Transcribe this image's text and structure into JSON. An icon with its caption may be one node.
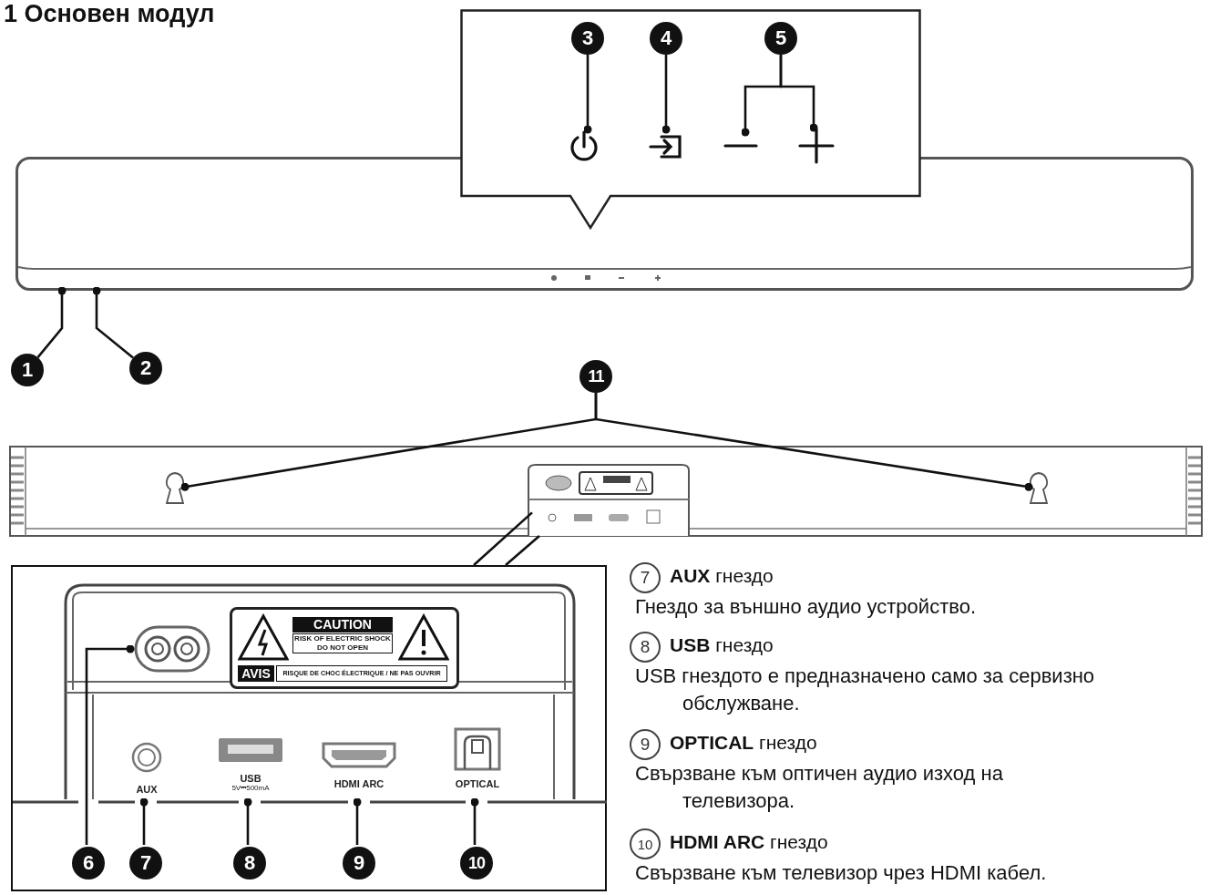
{
  "diagram": {
    "title": "1 Основен модул",
    "nodes": [
      {
        "text": [],
        "shape": "bar"
      },
      {
        "text": [],
        "shape": "box"
      },
      {
        "text": [
          "3"
        ],
        "in": 1
      },
      {
        "text": [
          "4"
        ],
        "in": 1
      },
      {
        "text": [
          "5"
        ],
        "in": 1
      },
      {
        "text": [],
        "shape": "icon",
        "in": 1
      },
      {
        "text": [],
        "shape": "icon",
        "in": 1
      },
      {
        "text": [],
        "shape": "icon",
        "in": 1
      },
      {
        "text": [],
        "shape": "icon",
        "in": 1
      },
      {
        "text": [
          "1"
        ]
      },
      {
        "text": [
          "2"
        ]
      },
      {
        "text": [
          "11"
        ]
      },
      {
        "text": [],
        "shape": "bar"
      },
      {
        "text": [],
        "shape": "hole",
        "in": 12
      },
      {
        "text": [],
        "shape": "picture",
        "in": 12
      },
      {
        "text": [],
        "shape": "hole",
        "in": 12
      },
      {
        "text": [],
        "shape": "box"
      },
      {
        "text": [
          "CAUTION",
          "RISK OF ELECTRIC SHOCK DO NOT OPEN",
          "AVIS",
          "RISQUE DE CHOC ÉLECTRIQUE / NE PAS OUVRIR"
        ],
        "in": 16
      },
      {
        "text": [],
        "shape": "socket",
        "in": 16
      },
      {
        "text": [
          "AUX"
        ],
        "in": 16
      },
      {
        "text": [
          "USB",
          "5V⎓500mA"
        ],
        "in": 16
      },
      {
        "text": [
          "HDMI ARC"
        ],
        "in": 16
      },
      {
        "text": [
          "OPTICAL"
        ],
        "in": 16
      },
      {
        "text": [
          "6"
        ],
        "in": 16
      },
      {
        "text": [
          "7"
        ],
        "in": 16
      },
      {
        "text": [
          "8"
        ],
        "in": 16
      },
      {
        "text": [
          "9"
        ],
        "in": 16
      },
      {
        "text": [
          "10"
        ],
        "in": 16
      },
      {
        "text": [
          "7"
        ],
        "beside": [
          "**AUX** гнездо",
          "Гнездо за външно аудио устройство."
        ]
      },
      {
        "text": [
          "8"
        ],
        "beside": [
          "**USB** гнездо",
          "USB гнездото е предназначено само за сервизно обслужване."
        ]
      },
      {
        "text": [
          "9"
        ],
        "beside": [
          "**OPTICAL** гнездо",
          "Свързване към оптичен аудио изход на телевизора."
        ]
      },
      {
        "text": [
          "10"
        ],
        "beside": [
          "**HDMI ARC** гнездо",
          "Свързване към телевизор чрез HDMI кабел."
        ]
      }
    ],
    "edges": [
      {
        "from": 2,
        "to": 5,
        "arrow": "other"
      },
      {
        "from": 3,
        "to": 6,
        "arrow": "other"
      },
      {
        "from": 4,
        "to": 7,
        "arrow": "other"
      },
      {
        "from": 4,
        "to": 8,
        "arrow": "other"
      },
      {
        "from": 9,
        "to": 0,
        "arrow": "other"
      },
      {
        "from": 10,
        "to": 0,
        "arrow": "other"
      },
      {
        "from": 11,
        "to": 13,
        "arrow": "other"
      },
      {
        "from": 11,
        "to": 15,
        "arrow": "other"
      },
      {
        "from": 14,
        "to": 16,
        "arrow": "none"
      },
      {
        "from": 23,
        "to": 18,
        "arrow": "other"
      },
      {
        "from": 24,
        "to": 19,
        "arrow": "other"
      },
      {
        "from": 25,
        "to": 20,
        "arrow": "other"
      },
      {
        "from": 26,
        "to": 21,
        "arrow": "other"
      },
      {
        "from": 27,
        "to": 22,
        "arrow": "other"
      }
    ]
  }
}
